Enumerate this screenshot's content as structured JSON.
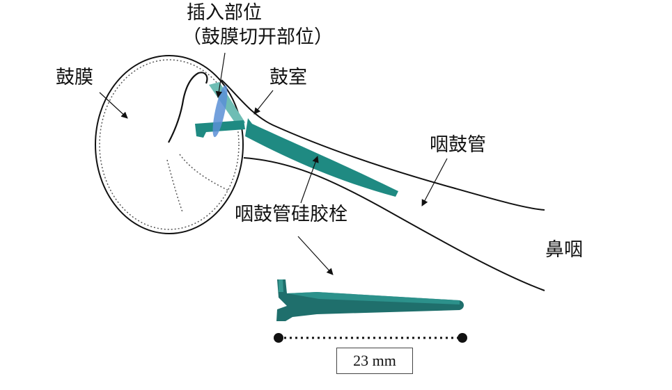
{
  "labels": {
    "insertion_site_line1": "插入部位",
    "insertion_site_line2": "（鼓膜切开部位）",
    "tympanic_membrane": "鼓膜",
    "tympanic_cavity": "鼓室",
    "eustachian_tube": "咽鼓管",
    "tube_plug": "咽鼓管硅胶栓",
    "nasopharynx": "鼻咽",
    "length": "23 mm"
  },
  "colors": {
    "plug_teal": "#1f8a82",
    "plug_light": "#6fbdb4",
    "insert_blue": "#5b8fd6",
    "line": "#111111"
  },
  "icons": [
    "arrow-icon",
    "dimension-line-icon"
  ]
}
